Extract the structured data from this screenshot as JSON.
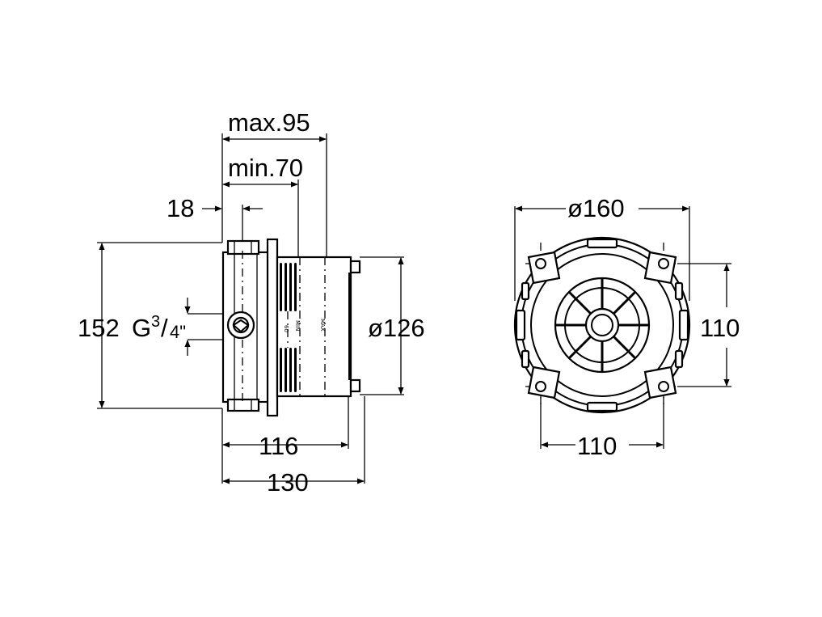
{
  "side_view": {
    "dim_max": "max.95",
    "dim_min": "min.70",
    "dim_wall": "18",
    "dim_height": "152",
    "thread_prefix": "G",
    "thread_num": "3",
    "thread_den": "4\"",
    "dim_diameter": "ø126",
    "dim_depth_inner": "116",
    "dim_depth_outer": "130",
    "label_max": "MAX",
    "label_min": "MIN",
    "label_60": "60"
  },
  "front_view": {
    "dim_diameter": "ø160",
    "dim_vertical": "110",
    "dim_horizontal": "110"
  }
}
